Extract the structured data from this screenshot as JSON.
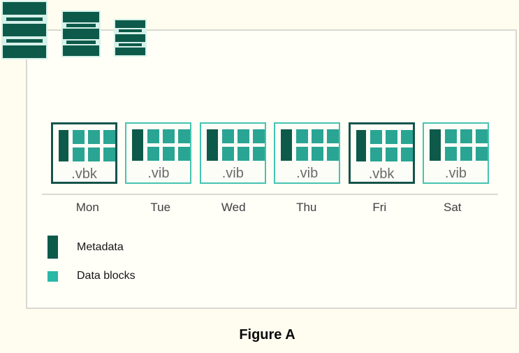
{
  "figure": {
    "caption": "Figure A"
  },
  "repository_icon": {
    "stacks": [
      "disk-stack-large",
      "disk-stack-medium",
      "disk-stack-small"
    ]
  },
  "backup_chain": {
    "days": [
      {
        "day": "Mon",
        "file": ".vbk",
        "kind": "vbk"
      },
      {
        "day": "Tue",
        "file": ".vib",
        "kind": "vib"
      },
      {
        "day": "Wed",
        "file": ".vib",
        "kind": "vib"
      },
      {
        "day": "Thu",
        "file": ".vib",
        "kind": "vib"
      },
      {
        "day": "Fri",
        "file": ".vbk",
        "kind": "vbk"
      },
      {
        "day": "Sat",
        "file": ".vib",
        "kind": "vib"
      }
    ],
    "blocks_per_file": {
      "metadata_bars": 1,
      "data_blocks": 6
    }
  },
  "legend": {
    "items": [
      {
        "label": "Metadata",
        "color": "#0E5A4A"
      },
      {
        "label": "Data blocks",
        "color": "#2BB8A6"
      }
    ]
  },
  "colors": {
    "dark_green": "#0E5A4A",
    "teal_block": "#2AA593",
    "teal_border": "#45C4B1",
    "vbk_border": "#15544A",
    "mint_halo": "#D6F1EA",
    "panel_border": "#D9D9D1",
    "background": "#FFFDF0",
    "file_label_gray": "#6A6A6A",
    "day_label_gray": "#3E3E3E"
  }
}
